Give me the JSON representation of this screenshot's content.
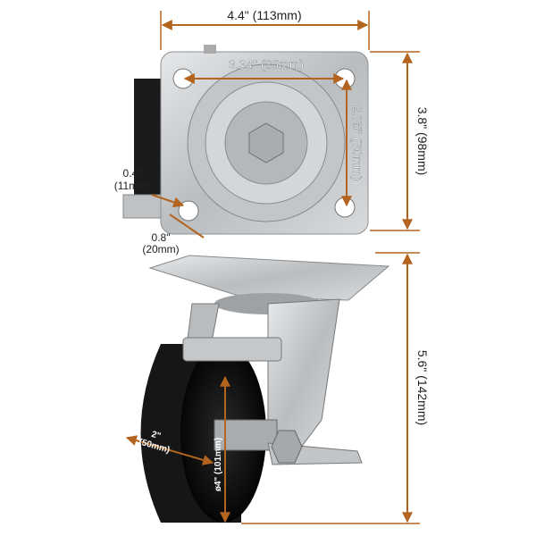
{
  "colors": {
    "dimension": "#b3641e",
    "metal": "#c9ccce",
    "wheel": "#141414"
  },
  "top_view": {
    "overall_width": "4.4\" (113mm)",
    "bolt_spacing_width": "3.34\" (85mm)",
    "bolt_spacing_height": "2.75\" (70mm)",
    "overall_height": "3.8\" (98mm)",
    "hole_offset_a": [
      "0.4\"",
      "(11mm)"
    ],
    "hole_offset_b": [
      "0.8\"",
      "(20mm)"
    ]
  },
  "side_view": {
    "overall_height": "5.6\" (142mm)",
    "wheel_width": [
      "2\"",
      "(50mm)"
    ],
    "wheel_diameter": "ø4\" (101mm)"
  }
}
